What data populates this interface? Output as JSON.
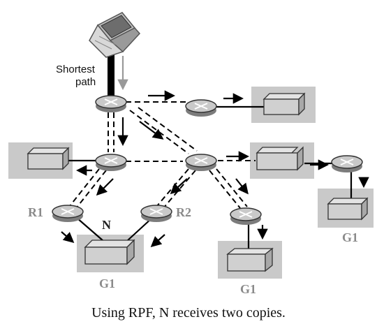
{
  "labels": {
    "shortest_line1": "Shortest",
    "shortest_line2": "path",
    "r1": "R1",
    "r2": "R2",
    "n": "N",
    "g1_a": "G1",
    "g1_b": "G1",
    "g1_c": "G1",
    "caption": "Using RPF, N receives two copies."
  },
  "colors": {
    "router_top": "#c9c9c9",
    "router_side": "#7c7c7c",
    "lan_fill": "#d6d6d6",
    "lan_side": "#b3b3b3",
    "group_shade": "#c4c4c4",
    "label_gray": "#8a8a8a"
  },
  "icons": {
    "source": "laptop-icon",
    "router": "router-icon",
    "lan": "lan-box-icon"
  }
}
